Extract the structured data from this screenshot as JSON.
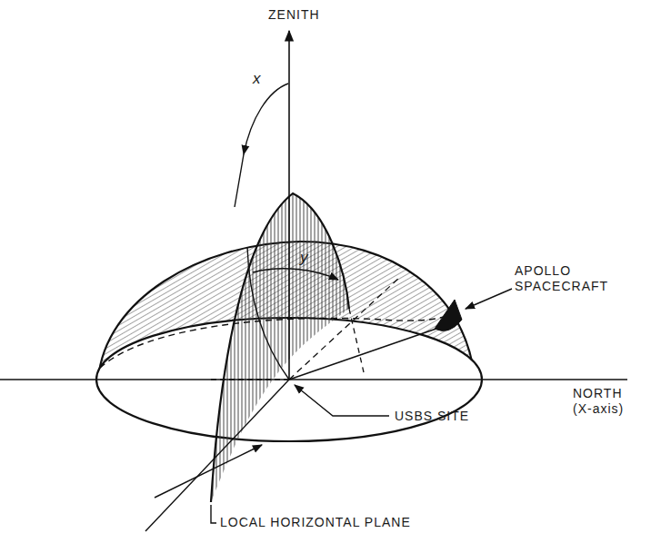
{
  "diagram": {
    "labels": [
      "ZENITH",
      "x",
      "y",
      "APOLLO SPACECRAFT",
      "NORTH (X-axis)",
      "USBS SITE",
      "LOCAL HORIZONTAL PLANE"
    ]
  }
}
